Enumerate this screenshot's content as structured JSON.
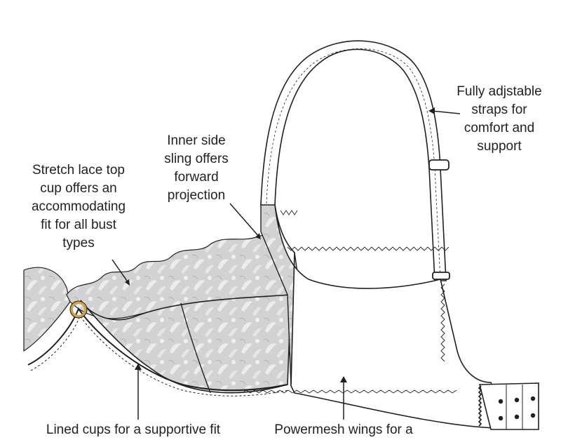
{
  "colors": {
    "ink": "#231f20",
    "lace": "#d2d2d2",
    "lace_dark": "#b9b9b9",
    "ring": "#c9a24a"
  },
  "labels": {
    "straps": [
      "Fully adjstable",
      "straps for",
      "comfort and",
      "support"
    ],
    "sling": [
      "Inner side",
      "sling offers",
      "forward",
      "projection"
    ],
    "lace": [
      "Stretch lace top",
      "cup offers an",
      "accommodating",
      "fit for all bust",
      "types"
    ],
    "cups": [
      "Lined cups for a supportive fit"
    ],
    "wings": [
      "Powermesh wings for a"
    ]
  }
}
